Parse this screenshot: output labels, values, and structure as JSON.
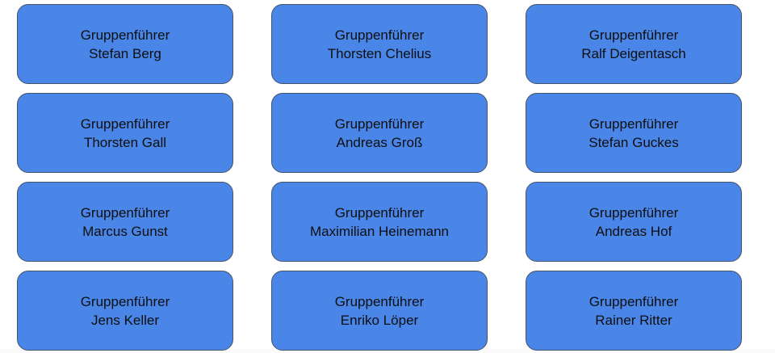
{
  "style": {
    "card_fill": "#4a86e8",
    "card_border": "#44546a",
    "text_color": "#0f0f0f"
  },
  "cards": [
    {
      "role": "Gruppenführer",
      "name": "Stefan Berg"
    },
    {
      "role": "Gruppenführer",
      "name": "Thorsten Chelius"
    },
    {
      "role": "Gruppenführer",
      "name": "Ralf Deigentasch"
    },
    {
      "role": "Gruppenführer",
      "name": "Thorsten Gall"
    },
    {
      "role": "Gruppenführer",
      "name": "Andreas Groß"
    },
    {
      "role": "Gruppenführer",
      "name": "Stefan Guckes"
    },
    {
      "role": "Gruppenführer",
      "name": "Marcus Gunst"
    },
    {
      "role": "Gruppenführer",
      "name": "Maximilian Heinemann"
    },
    {
      "role": "Gruppenführer",
      "name": "Andreas Hof"
    },
    {
      "role": "Gruppenführer",
      "name": "Jens Keller"
    },
    {
      "role": "Gruppenführer",
      "name": "Enriko Löper"
    },
    {
      "role": "Gruppenführer",
      "name": "Rainer Ritter"
    }
  ]
}
